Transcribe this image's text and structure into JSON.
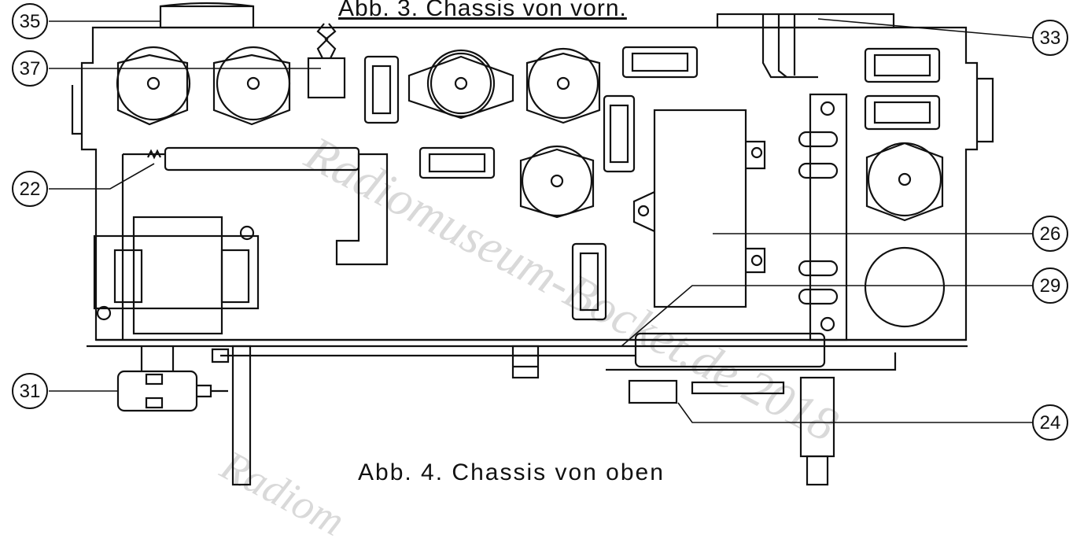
{
  "figure_title": "Abb. 3. Chassis von vorn.",
  "bottom_caption": "Abb. 4. Chassis von oben",
  "watermark": "Radiomuseum-Bocket.de 2018",
  "callouts": [
    "35",
    "37",
    "22",
    "31",
    "33",
    "26",
    "29",
    "24"
  ]
}
